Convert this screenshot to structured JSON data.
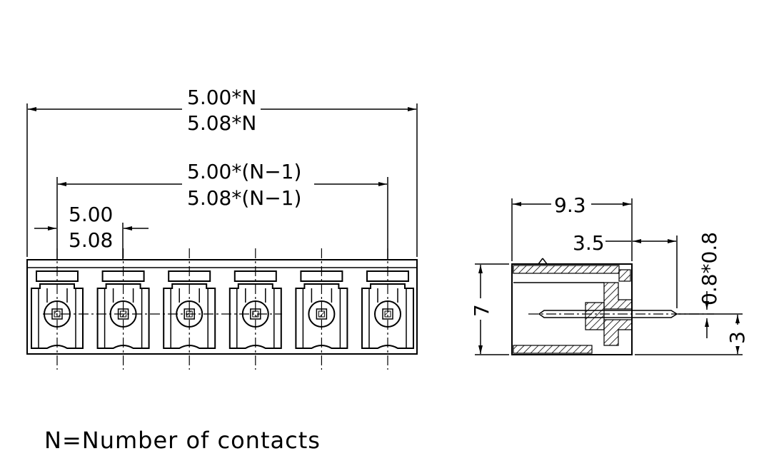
{
  "front_view": {
    "overall_pitch_a": "5.00*N",
    "overall_pitch_b": "5.08*N",
    "span_pitch_a": "5.00*(N−1)",
    "span_pitch_b": "5.08*(N−1)",
    "pitch_a": "5.00",
    "pitch_b": "5.08",
    "contact_count_shown": 6
  },
  "side_view": {
    "depth": "9.3",
    "pin_offset": "3.5",
    "pin_section": "0.8*0.8",
    "height": "7",
    "pin_height": "3"
  },
  "legend": {
    "note": "N=Number of contacts"
  },
  "colors": {
    "line": "#000000",
    "background": "#ffffff"
  }
}
